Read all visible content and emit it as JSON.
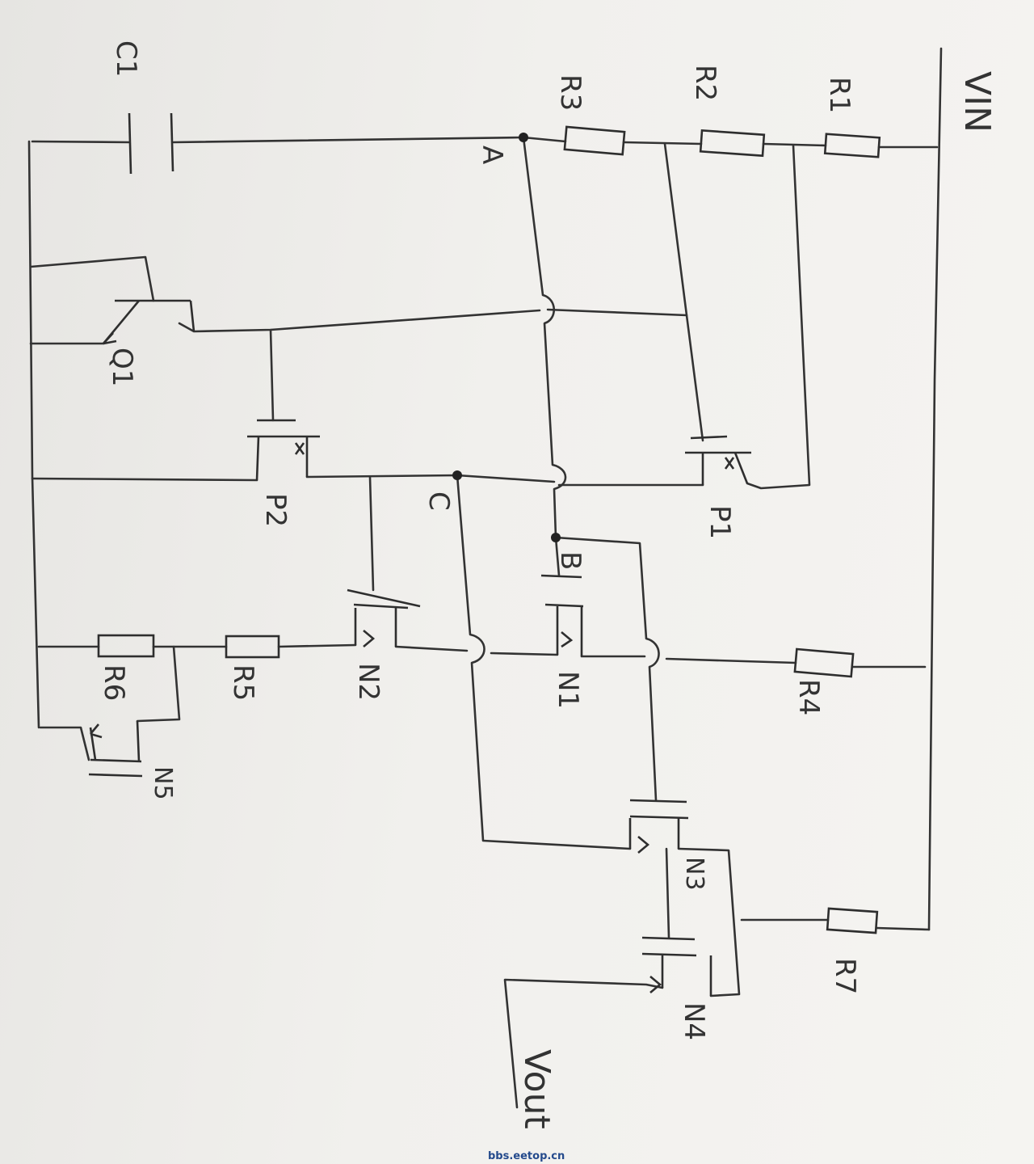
{
  "labels": {
    "vin": "VIN",
    "vout": "Vout",
    "c1": "C1",
    "r1": "R1",
    "r2": "R2",
    "r3": "R3",
    "r4": "R4",
    "r5": "R5",
    "r6": "R6",
    "r7": "R7",
    "q1": "Q1",
    "p1": "P1",
    "p2": "P2",
    "n1": "N1",
    "n2": "N2",
    "n3": "N3",
    "n4": "N4",
    "n5": "N5",
    "node_a": "A",
    "node_b": "B",
    "node_c": "C"
  },
  "watermark": "bbs.eetop.cn",
  "colors": {
    "ink": "#333333",
    "paper": "#f1f0ed",
    "watermark": "#244a8c"
  }
}
